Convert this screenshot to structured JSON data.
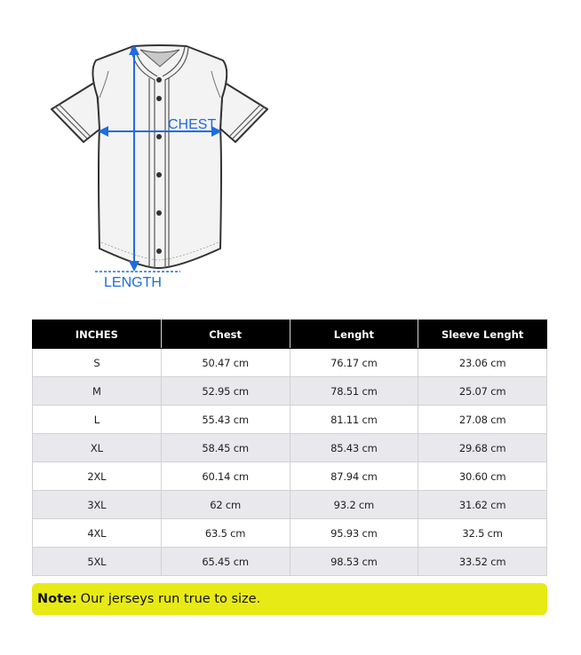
{
  "diagram": {
    "chest_label": "CHEST",
    "length_label": "LENGTH",
    "accent_color": "#1f6be0"
  },
  "table": {
    "headers": [
      "INCHES",
      "Chest",
      "Lenght",
      "Sleeve Lenght"
    ],
    "rows": [
      {
        "size": "S",
        "chest": "50.47 cm",
        "length": "76.17 cm",
        "sleeve": "23.06 cm"
      },
      {
        "size": "M",
        "chest": "52.95 cm",
        "length": "78.51 cm",
        "sleeve": "25.07 cm"
      },
      {
        "size": "L",
        "chest": "55.43 cm",
        "length": "81.11 cm",
        "sleeve": "27.08 cm"
      },
      {
        "size": "XL",
        "chest": "58.45 cm",
        "length": "85.43 cm",
        "sleeve": "29.68 cm"
      },
      {
        "size": "2XL",
        "chest": "60.14 cm",
        "length": "87.94 cm",
        "sleeve": "30.60 cm"
      },
      {
        "size": "3XL",
        "chest": "62 cm",
        "length": "93.2 cm",
        "sleeve": "31.62 cm"
      },
      {
        "size": "4XL",
        "chest": "63.5 cm",
        "length": "95.93 cm",
        "sleeve": "32.5 cm"
      },
      {
        "size": "5XL",
        "chest": "65.45 cm",
        "length": "98.53 cm",
        "sleeve": "33.52 cm"
      }
    ]
  },
  "note": {
    "label": "Note:",
    "text": "Our jerseys run true to size.",
    "background": "#e8ea16"
  },
  "colors": {
    "header_bg": "#000000",
    "alt_row_bg": "#e9e8ec",
    "border": "#d2d2d2"
  }
}
